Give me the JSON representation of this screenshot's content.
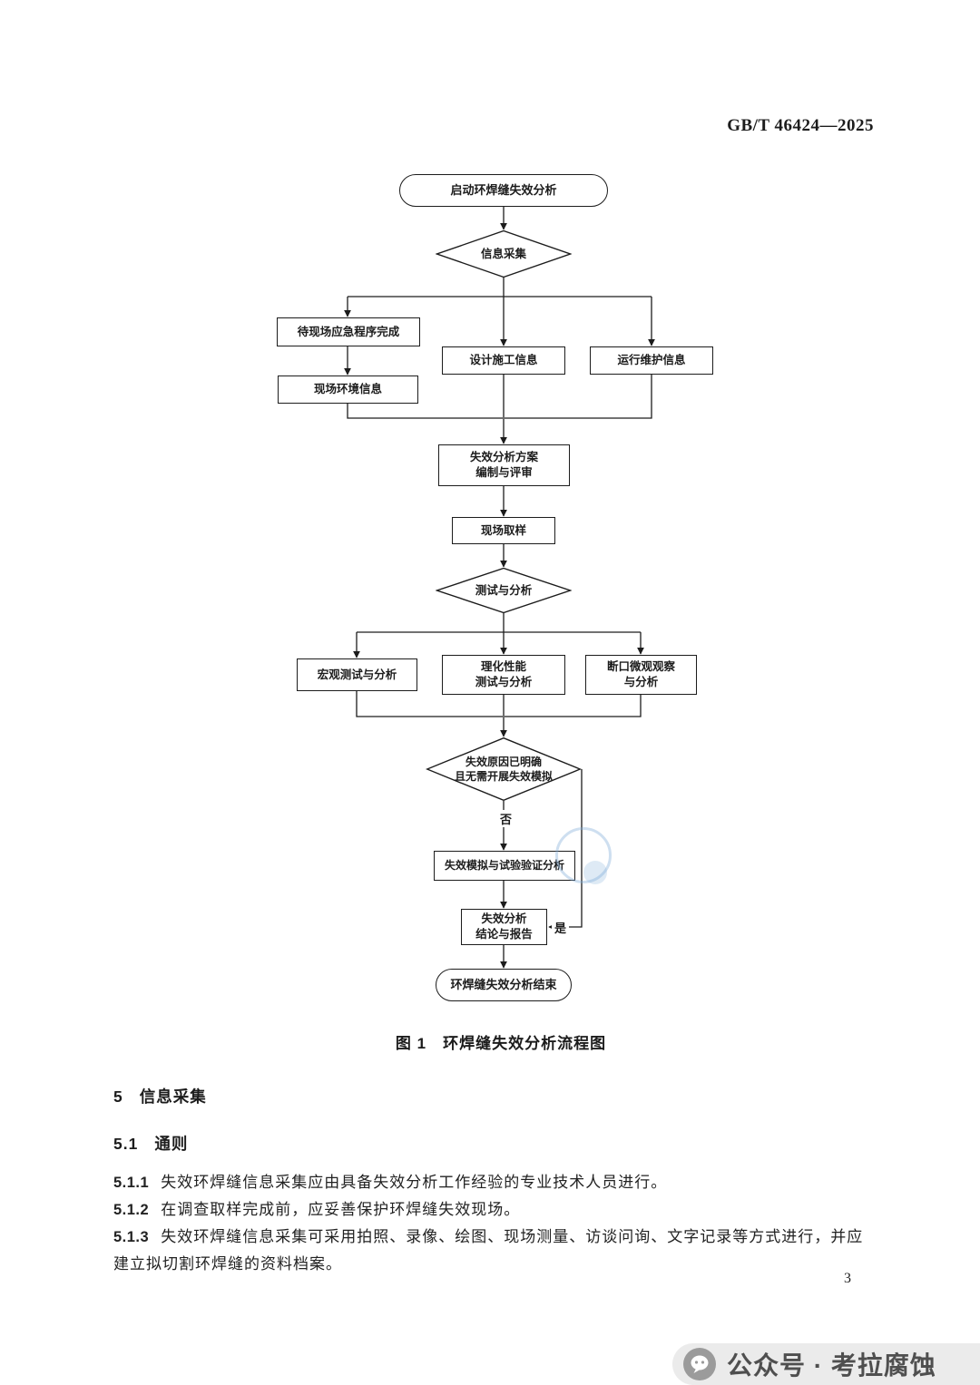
{
  "header": {
    "doc_number": "GB/T 46424—2025"
  },
  "flowchart": {
    "nodes": {
      "start": "启动环焊缝失效分析",
      "collect": "信息采集",
      "wait_emergency": "待现场应急程序完成",
      "design_construction": "设计施工信息",
      "operation_maintenance": "运行维护信息",
      "site_environment": "现场环境信息",
      "plan_review": "失效分析方案\n编制与评审",
      "site_sampling": "现场取样",
      "test_analysis": "测试与分析",
      "macro_test": "宏观测试与分析",
      "physchem_test": "理化性能\n测试与分析",
      "fracture_observation": "断口微观观察\n与分析",
      "decision": "失效原因已明确\n且无需开展失效模拟",
      "simulation": "失效模拟与试验验证分析",
      "conclusion": "失效分析\n结论与报告",
      "end": "环焊缝失效分析结束",
      "no_label": "否",
      "yes_label": "是"
    },
    "caption": "图 1　环焊缝失效分析流程图"
  },
  "sections": {
    "s5": {
      "number": "5",
      "title": "信息采集"
    },
    "s51": {
      "number": "5.1",
      "title": "通则"
    },
    "s511": {
      "number": "5.1.1",
      "text": "失效环焊缝信息采集应由具备失效分析工作经验的专业技术人员进行。"
    },
    "s512": {
      "number": "5.1.2",
      "text": "在调查取样完成前，应妥善保护环焊缝失效现场。"
    },
    "s513": {
      "number": "5.1.3",
      "text": "失效环焊缝信息采集可采用拍照、录像、绘图、现场测量、访谈问询、文字记录等方式进行，并应建立拟切割环焊缝的资料档案。"
    }
  },
  "page_number": "3",
  "watermark": {
    "text": "公众号 · 考拉腐蚀"
  }
}
